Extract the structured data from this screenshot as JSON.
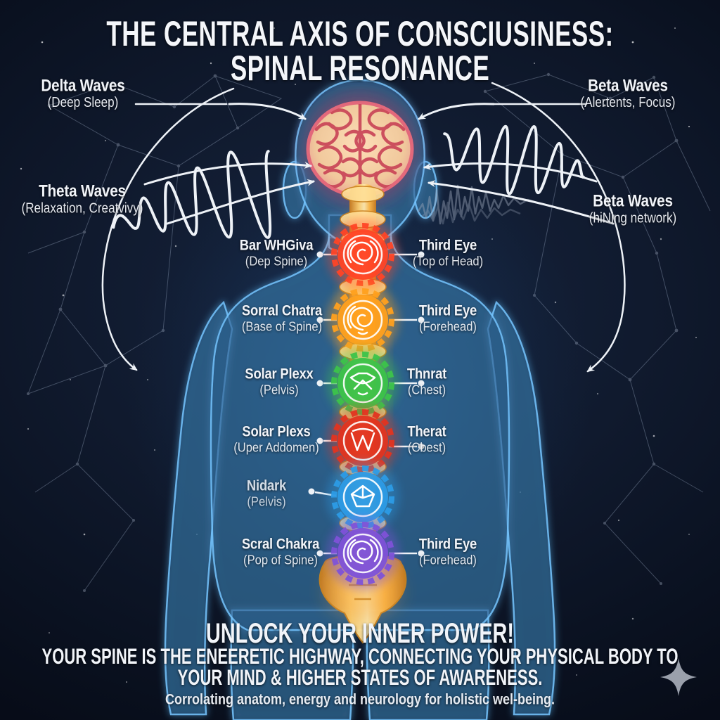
{
  "title": {
    "line1": "THE CENTRAL AXIS OF CONSCIUSINESS:",
    "line2": "SPINAL RESONANCE"
  },
  "wave_labels": {
    "delta": {
      "name": "Delta Waves",
      "desc": "(Deep Sleep)"
    },
    "beta_top": {
      "name": "Beta Waves",
      "desc": "(Alertents, Focus)"
    },
    "theta": {
      "name": "Theta Waves",
      "desc": "(Relaxation, Creatvivy)"
    },
    "beta_side": {
      "name": "Beta Waves",
      "desc": "(hiNing network)"
    }
  },
  "chakras": [
    {
      "left_name": "Bar WHGiva",
      "left_desc": "(Dep Spine)",
      "right_name": "Third Eye",
      "right_desc": "(Top of Head)",
      "color": "#ff4526",
      "glyph": "rose"
    },
    {
      "left_name": "Sorral Chatra",
      "left_desc": "(Base of Spine)",
      "right_name": "Third Eye",
      "right_desc": "(Forehead)",
      "color": "#ffa01e",
      "glyph": "rose"
    },
    {
      "left_name": "Solar Plexx",
      "left_desc": "(Pelvis)",
      "right_name": "Thnrat",
      "right_desc": "(Chest)",
      "color": "#3cc34a",
      "glyph": "lattice"
    },
    {
      "left_name": "Solar Plexs",
      "left_desc": "(Uper Addomen)",
      "right_name": "Therat",
      "right_desc": "(Cbest)",
      "color": "#e23420",
      "glyph": "w-mark"
    },
    {
      "left_name": "Nidark",
      "left_desc": "(Pelvis)",
      "right_name": "",
      "right_desc": "",
      "color": "#2c9be6",
      "glyph": "diamond"
    },
    {
      "left_name": "Scral Chakra",
      "left_desc": "(Pop of Spine)",
      "right_name": "Third Eye",
      "right_desc": "(Forehead)",
      "color": "#7e52d8",
      "glyph": "rose"
    }
  ],
  "footer": {
    "headline": "UNLOCK YOUR INNER POWER!",
    "line1": "YOUR SPINE IS THE ENEERETIC HIGHWAY, CONNECTING YOUR PHYSICAL BODY TO",
    "line2": "YOUR MIND & HIGHER STATES OF AWARENESS.",
    "tagline": "Corrolating anatom, energy and neurology for holistic wel-being."
  },
  "icons": {
    "brain": "brain-icon",
    "spine": "spine-icon",
    "sparkle": "four-point-sparkle-icon",
    "sine_wave_left": "sine-wave-icon",
    "sine_wave_right": "sine-wave-icon",
    "eeg_trace": "eeg-wave-icon",
    "arrows": "curved-arrow-icon"
  },
  "colors": {
    "background": "#0d1525",
    "text": "#f1f4f9",
    "body_glow": "#56b3f0",
    "body_fill": "#173a66",
    "spine_gold": "#ffb93e",
    "spine_gold_light": "#ffdf96",
    "brain_glow": "#ff5a74",
    "brain_cream": "#f6d8ac",
    "brain_red": "#d84258",
    "line_white": "#e8edf4",
    "constellation": "#c7d8f2",
    "sparkle_gray": "#9aa0ab"
  }
}
